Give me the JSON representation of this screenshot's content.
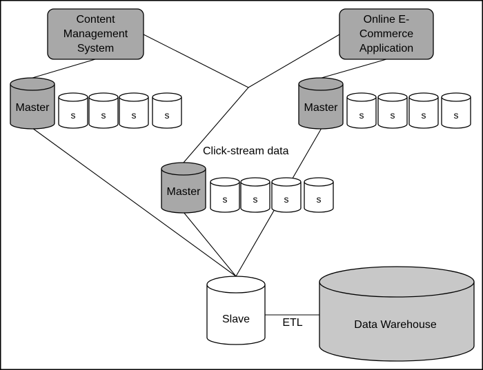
{
  "systems": {
    "cms": [
      "Content",
      "Management",
      "System"
    ],
    "ecommerce": [
      "Online E-",
      "Commerce",
      "Application"
    ]
  },
  "masters": {
    "cms": "Master",
    "ecommerce": "Master",
    "clickstream": "Master"
  },
  "slave_label": "s",
  "clickstream_label": "Click-stream data",
  "slave": "Slave",
  "etl": "ETL",
  "warehouse": "Data Warehouse"
}
